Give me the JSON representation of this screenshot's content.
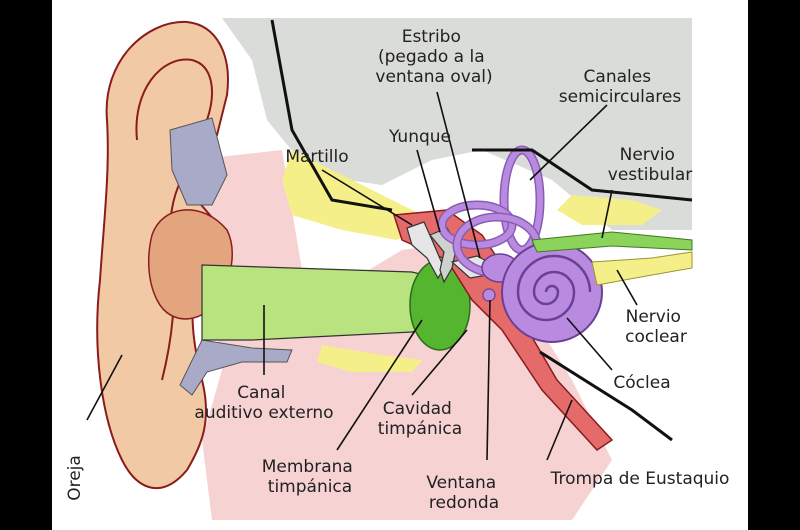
{
  "colors": {
    "skin": "#f2c9a5",
    "skin_dark": "#e3a57d",
    "outline": "#8a1c1c",
    "bone_gray": "#d9dcd8",
    "cartilage": "#a9aac8",
    "pink": "#f7d2d2",
    "canal_green": "#b9e37f",
    "eardrum": "#55b52f",
    "ossicle_red": "#e56a6a",
    "cochlea_purple": "#b98be0",
    "nerve_yellow": "#f4ef88",
    "nerve_green": "#8bd35a"
  },
  "labels": {
    "estribo": [
      "Estribo",
      "(pegado a la",
      "ventana oval)"
    ],
    "canales": [
      "Canales",
      "semicirculares"
    ],
    "martillo": [
      "Martillo"
    ],
    "yunque": [
      "Yunque"
    ],
    "nervio_vestibular": [
      "Nervio",
      "vestibular"
    ],
    "nervio_coclear": [
      "Nervio",
      "coclear"
    ],
    "coclea": [
      "Cóclea"
    ],
    "canal_auditivo": [
      "Canal",
      "auditivo externo"
    ],
    "cavidad": [
      "Cavidad",
      "timpánica"
    ],
    "membrana": [
      "Membrana",
      "timpánica"
    ],
    "ventana_redonda": [
      "Ventana",
      "redonda"
    ],
    "trompa": [
      "Trompa de Eustaquio"
    ],
    "oreja": [
      "Oreja"
    ]
  }
}
